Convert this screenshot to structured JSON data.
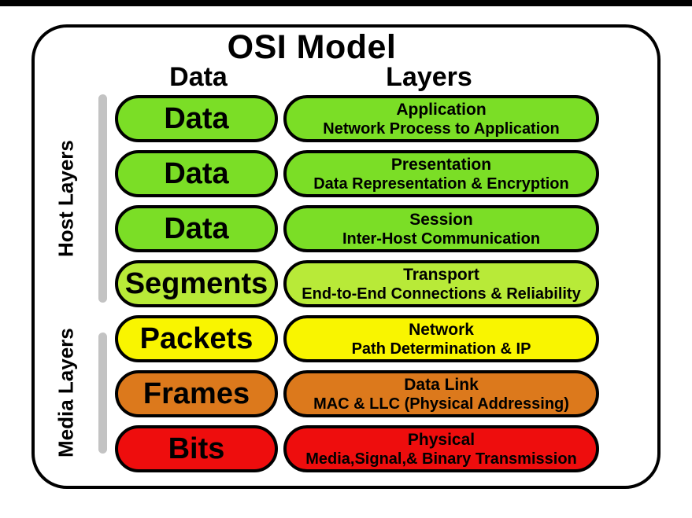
{
  "title": "OSI Model",
  "column_headers": {
    "data": "Data",
    "layers": "Layers"
  },
  "side_labels": {
    "host": "Host Layers",
    "media": "Media Layers"
  },
  "colors": {
    "host_green": "#7BDE26",
    "transport_green": "#B8EA38",
    "network_yellow": "#F9F500",
    "datalink_orange": "#DC791C",
    "physical_red": "#EE0D0D",
    "side_bar_gray": "#C3C3C3",
    "outline_black": "#000000"
  },
  "rows": [
    {
      "unit": "Data",
      "layer": "Application",
      "desc": "Network Process to Application",
      "color": "#7BDE26"
    },
    {
      "unit": "Data",
      "layer": "Presentation",
      "desc": "Data Representation & Encryption",
      "color": "#7BDE26"
    },
    {
      "unit": "Data",
      "layer": "Session",
      "desc": "Inter-Host Communication",
      "color": "#7BDE26"
    },
    {
      "unit": "Segments",
      "layer": "Transport",
      "desc": "End-to-End Connections & Reliability",
      "color": "#B8EA38"
    },
    {
      "unit": "Packets",
      "layer": "Network",
      "desc": "Path Determination & IP",
      "color": "#F9F500"
    },
    {
      "unit": "Frames",
      "layer": "Data Link",
      "desc": "MAC & LLC (Physical Addressing)",
      "color": "#DC791C"
    },
    {
      "unit": "Bits",
      "layer": "Physical",
      "desc": "Media,Signal,& Binary Transmission",
      "color": "#EE0D0D"
    }
  ]
}
